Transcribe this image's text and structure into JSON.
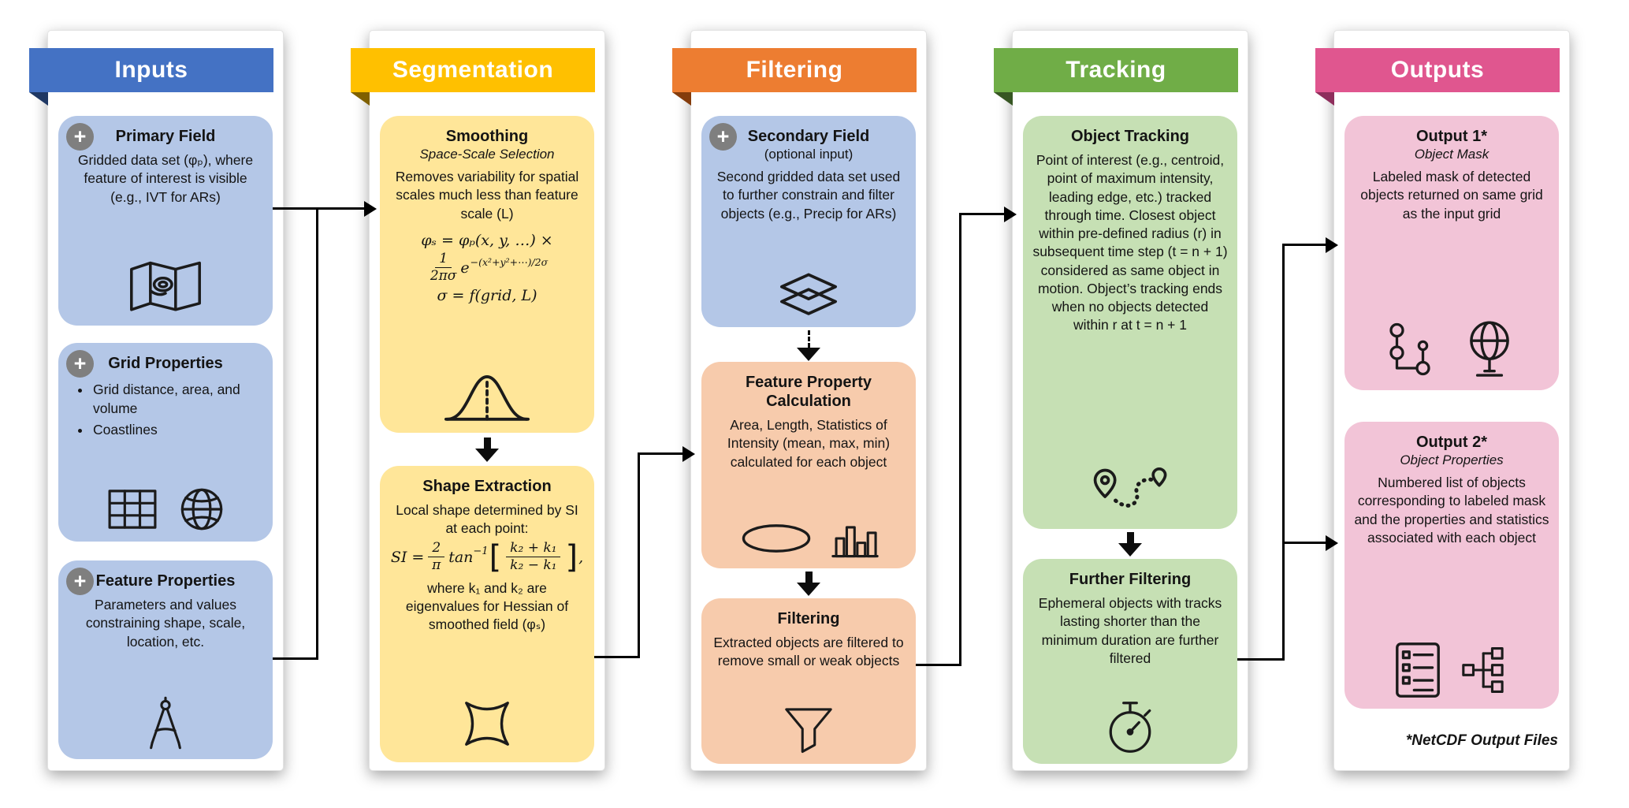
{
  "glyphs": {
    "plus": "+",
    "lbracket": "[",
    "rbracket": "]"
  },
  "footer_note": "*NetCDF Output Files",
  "inputs": {
    "title": "Inputs",
    "primary_field": {
      "title": "Primary Field",
      "body": "Gridded data set (φₚ), where feature of interest is visible (e.g., IVT for ARs)"
    },
    "grid_properties": {
      "title": "Grid Properties",
      "bullet1": "Grid distance, area, and volume",
      "bullet2": "Coastlines"
    },
    "feature_properties": {
      "title": "Feature Properties",
      "body": "Parameters and values constraining shape, scale, location, etc."
    }
  },
  "segmentation": {
    "title": "Segmentation",
    "smoothing": {
      "title": "Smoothing",
      "subtitle": "Space-Scale Selection",
      "body": "Removes variability for spatial scales much less than feature scale (L)",
      "formula": {
        "line1": "φₛ = φₚ(x, y, …) ×",
        "frac_num": "1",
        "frac_den": "2πσ",
        "exp_base": "e",
        "exp_power": "−(x²+y²+⋯)/2σ",
        "line3": "σ = f(grid, L)"
      }
    },
    "shape_extraction": {
      "title": "Shape Extraction",
      "body1": "Local shape determined by SI at each point:",
      "formula": {
        "lhs": "SI =",
        "frac1_num": "2",
        "frac1_den": "π",
        "fn": "tan",
        "fn_sup": "−1",
        "frac2_num": "k₂ + k₁",
        "frac2_den": "k₂ − k₁",
        "trail": ","
      },
      "body2": "where k₁ and k₂ are eigenvalues for Hessian of smoothed field (φₛ)"
    }
  },
  "filtering": {
    "title": "Filtering",
    "secondary_field": {
      "title": "Secondary Field",
      "subtitle": "(optional input)",
      "body": "Second gridded data set used to further constrain and filter objects (e.g., Precip for ARs)"
    },
    "feature_property_calculation": {
      "title": "Feature Property Calculation",
      "body": "Area, Length, Statistics of Intensity (mean, max, min) calculated for each object"
    },
    "filtering_box": {
      "title": "Filtering",
      "body": "Extracted objects are filtered to remove small or weak objects"
    }
  },
  "tracking": {
    "title": "Tracking",
    "object_tracking": {
      "title": "Object Tracking",
      "body": "Point of interest (e.g., centroid, point of maximum intensity, leading edge, etc.) tracked through time. Closest object within pre-defined radius (r) in subsequent time step (t = n + 1) considered as same object in motion. Object’s tracking ends when no objects detected within r at t = n + 1"
    },
    "further_filtering": {
      "title": "Further Filtering",
      "body": "Ephemeral objects with tracks lasting shorter than the minimum duration are further filtered"
    }
  },
  "outputs": {
    "title": "Outputs",
    "output1": {
      "title": "Output 1*",
      "subtitle": "Object Mask",
      "body": "Labeled mask of detected objects returned on same grid as the input grid"
    },
    "output2": {
      "title": "Output 2*",
      "subtitle": "Object Properties",
      "body": "Numbered list of objects corresponding to labeled mask and the properties and statistics associated with each object"
    }
  },
  "colors": {
    "inputs_header": "#4472C4",
    "inputs_fold": "#1F3864",
    "inputs_box": "#B4C7E7",
    "segmentation_header": "#FFC000",
    "segmentation_fold": "#7F6000",
    "segmentation_box": "#FFE699",
    "filtering_header": "#ED7D31",
    "filtering_fold": "#843C0C",
    "filtering_box": "#F7CBAC",
    "tracking_header": "#70AD47",
    "tracking_fold": "#375623",
    "tracking_box": "#C6E0B4",
    "outputs_header": "#E0568F",
    "outputs_fold": "#8E2E5C",
    "outputs_box": "#F2C4D7"
  }
}
